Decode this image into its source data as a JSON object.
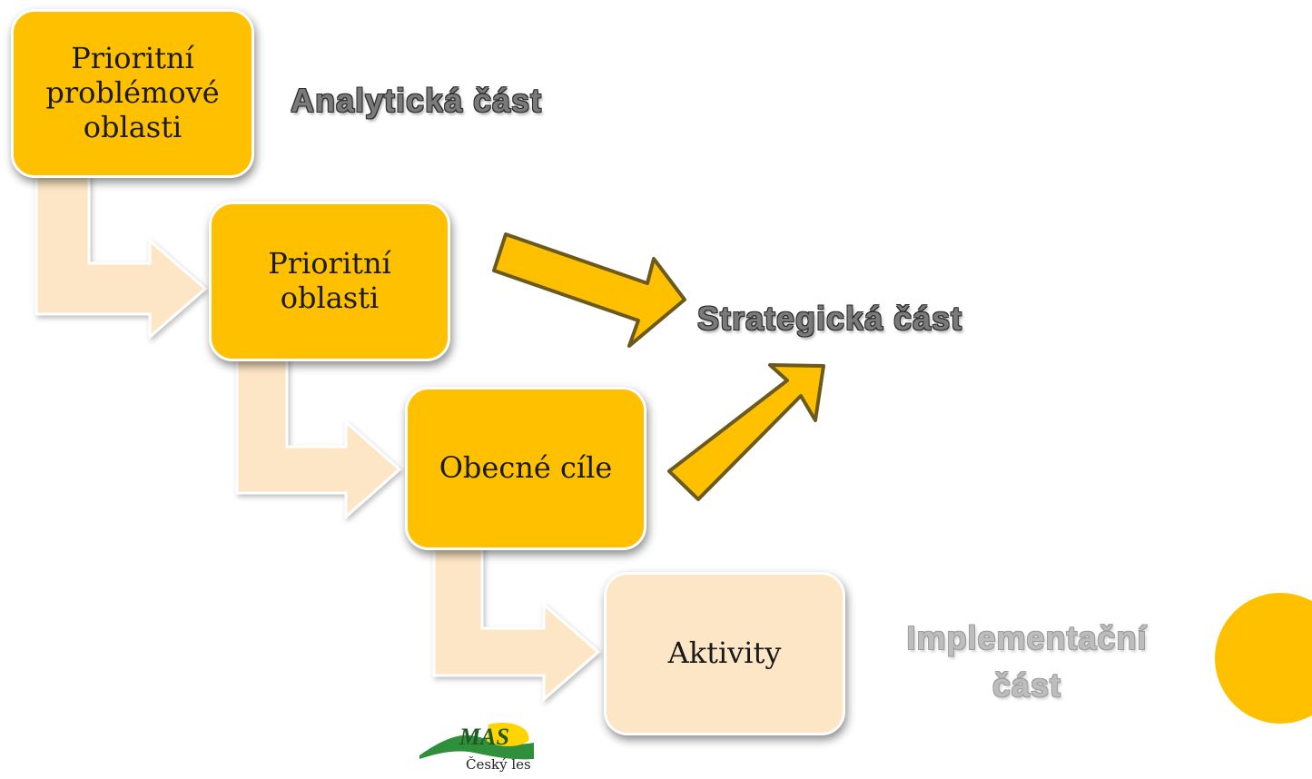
{
  "diagram": {
    "steps": [
      {
        "label": "Prioritní\nproblémové\noblasti"
      },
      {
        "label": "Prioritní\noblasti"
      },
      {
        "label": "Obecné cíle"
      },
      {
        "label": "Aktivity"
      }
    ],
    "phases": {
      "analytical": "Analytická část",
      "strategic": "Strategická část",
      "implementation": "Implementační\nčást"
    },
    "colors": {
      "accent": "#ffc000",
      "pale": "#fde6c5",
      "arrow_outline": "#6b5a1e",
      "connector": "#fde6c5"
    }
  },
  "logo": {
    "mark": "MAS",
    "caption": "Český les"
  }
}
